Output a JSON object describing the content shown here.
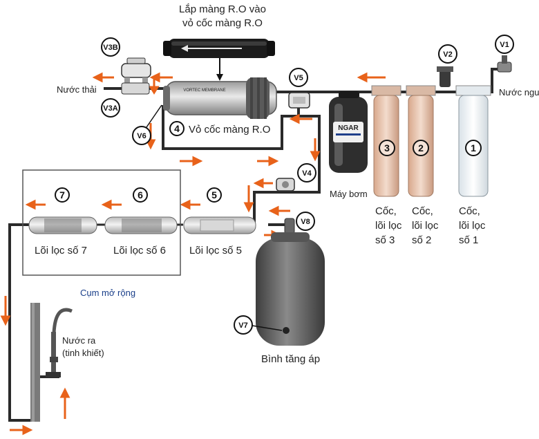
{
  "title_line1": "Lắp màng R.O vào",
  "title_line2": "vỏ cốc màng R.O",
  "inlet": "Nước nguồn",
  "waste": "Nước thải",
  "membrane_housing": "Vỏ cốc màng R.O",
  "pump": "Máy bơm",
  "pump_brand": "NGAR",
  "tank": "Bình tăng áp",
  "outlet_line1": "Nước ra",
  "outlet_line2": "(tinh khiết)",
  "expansion_group": "Cụm mở rộng",
  "membrane_brand": "VORTEC MEMBRANE",
  "cups": [
    {
      "num": "1",
      "l1": "Cốc,",
      "l2": "lõi lọc",
      "l3": "số 1"
    },
    {
      "num": "2",
      "l1": "Cốc,",
      "l2": "lõi lọc",
      "l3": "số 2"
    },
    {
      "num": "3",
      "l1": "Cốc,",
      "l2": "lõi lọc",
      "l3": "số 3"
    }
  ],
  "cartridges": [
    {
      "num": "5",
      "label": "Lõi lọc số 5"
    },
    {
      "num": "6",
      "label": "Lõi lọc số 6"
    },
    {
      "num": "7",
      "label": "Lõi lọc số 7"
    }
  ],
  "membrane_num": "4",
  "valves": {
    "v1": "V1",
    "v2": "V2",
    "v3a": "V3A",
    "v3b": "V3B",
    "v4": "V4",
    "v5": "V5",
    "v6": "V6",
    "v7": "V7",
    "v8": "V8"
  },
  "colors": {
    "arrow": "#e8621a",
    "pipe": "#2a2a2a",
    "frame": "#555555"
  }
}
